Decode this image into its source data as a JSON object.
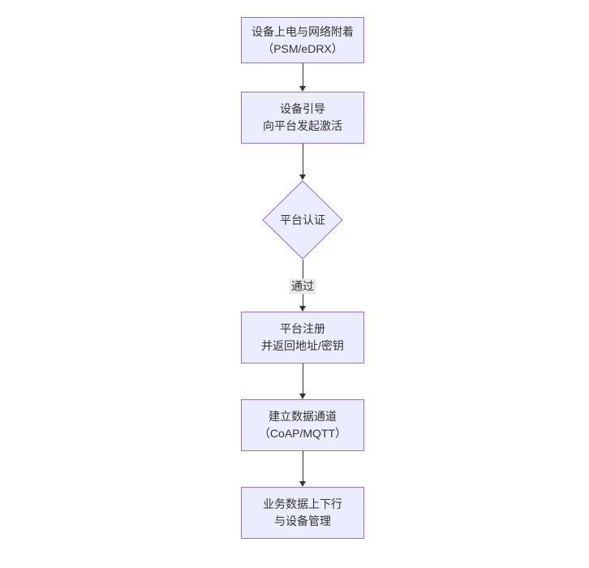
{
  "diagram": {
    "type": "flowchart",
    "direction": "top-down",
    "colors": {
      "background": "#ffffff",
      "node_fill": "#ECECFF",
      "node_border": "#9370DB",
      "text": "#333333",
      "arrow": "#333333",
      "edge_label_bg": "#e8e8e8"
    },
    "nodes": [
      {
        "id": "power-attach",
        "shape": "rect",
        "lines": [
          "设备上电与网络附着",
          "（PSM/eDRX）"
        ]
      },
      {
        "id": "bootstrap",
        "shape": "rect",
        "lines": [
          "设备引导",
          "向平台发起激活"
        ]
      },
      {
        "id": "platform-auth",
        "shape": "diamond",
        "lines": [
          "平台认证"
        ]
      },
      {
        "id": "platform-reg",
        "shape": "rect",
        "lines": [
          "平台注册",
          "并返回地址/密钥"
        ]
      },
      {
        "id": "data-channel",
        "shape": "rect",
        "lines": [
          "建立数据通道",
          "（CoAP/MQTT）"
        ]
      },
      {
        "id": "business-data",
        "shape": "rect",
        "lines": [
          "业务数据上下行",
          "与设备管理"
        ]
      }
    ],
    "edges": [
      {
        "from": "power-attach",
        "to": "bootstrap",
        "label": ""
      },
      {
        "from": "bootstrap",
        "to": "platform-auth",
        "label": ""
      },
      {
        "from": "platform-auth",
        "to": "platform-reg",
        "label": "通过"
      },
      {
        "from": "platform-reg",
        "to": "data-channel",
        "label": ""
      },
      {
        "from": "data-channel",
        "to": "business-data",
        "label": ""
      }
    ]
  }
}
